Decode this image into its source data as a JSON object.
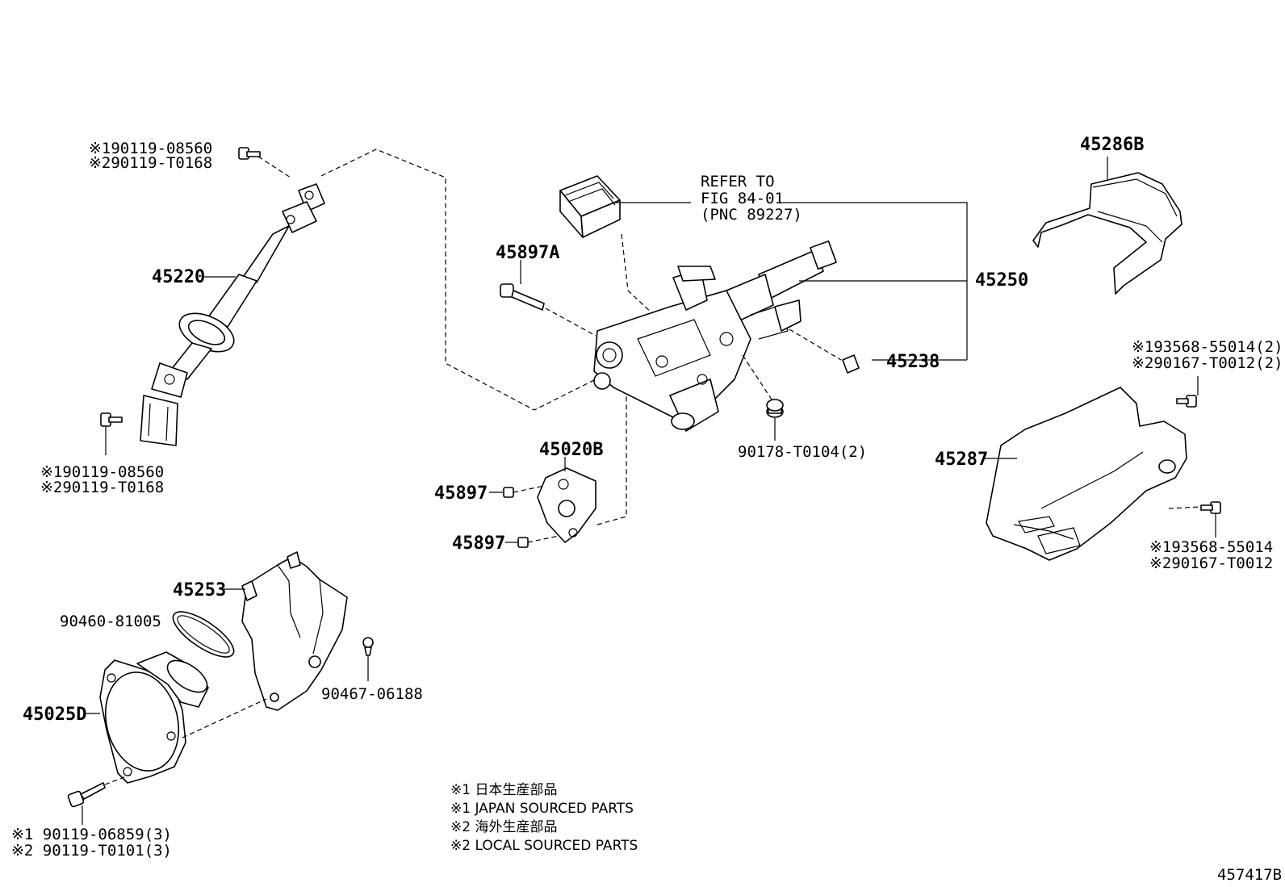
{
  "labels": {
    "p45220": "45220",
    "p45220_top_1": "※190119-08560",
    "p45220_top_2": "※290119-T0168",
    "p45220_bot_1": "※190119-08560",
    "p45220_bot_2": "※290119-T0168",
    "p45897A": "45897A",
    "refer_1": "REFER TO",
    "refer_2": "FIG 84-01",
    "refer_3": "(PNC 89227)",
    "p45250": "45250",
    "p45238": "45238",
    "p90178": "90178-T0104(2)",
    "p45020B": "45020B",
    "p45897_a": "45897",
    "p45897_b": "45897",
    "p45286B": "45286B",
    "p45287": "45287",
    "p45287_top_1": "※193568-55014(2)",
    "p45287_top_2": "※290167-T0012(2)",
    "p45287_bot_1": "※193568-55014",
    "p45287_bot_2": "※290167-T0012",
    "p45253": "45253",
    "p90460": "90460-81005",
    "p90467": "90467-06188",
    "p45025D": "45025D",
    "p45025D_bolt_1": "※1 90119-06859(3)",
    "p45025D_bolt_2": "※2 90119-T0101(3)",
    "diagram_id": "457417B"
  },
  "notes": {
    "n1_jp": "※1 日本生産部品",
    "n1_en": "※1 JAPAN SOURCED PARTS",
    "n2_jp": "※2 海外生産部品",
    "n2_en": "※2 LOCAL SOURCED PARTS"
  }
}
